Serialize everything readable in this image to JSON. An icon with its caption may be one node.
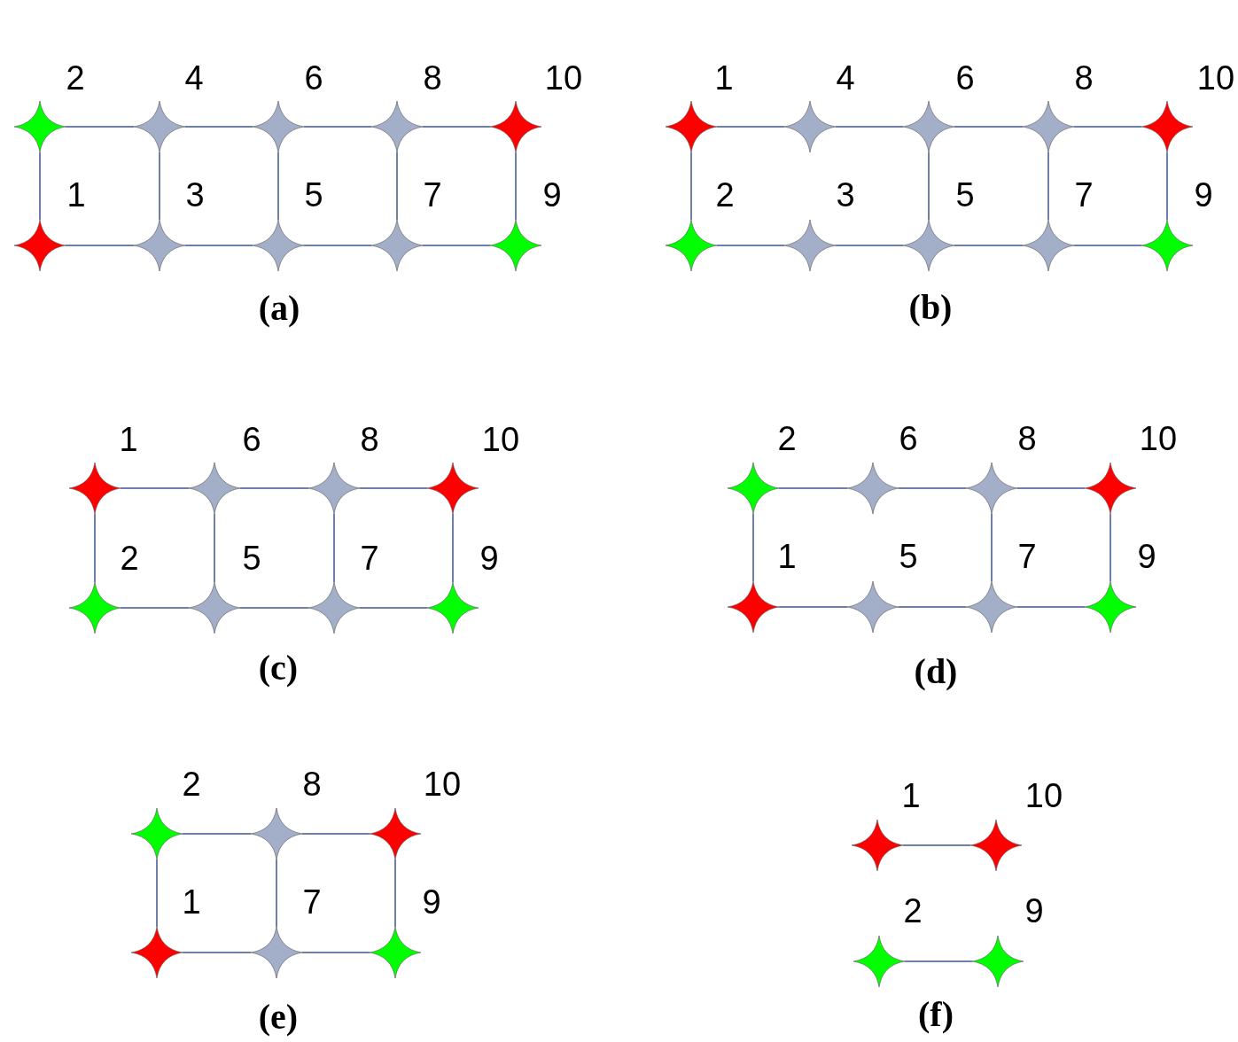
{
  "diagram": {
    "nodes": [
      {
        "text": [],
        "shape": "star"
      },
      {
        "text": [],
        "shape": "star"
      },
      {
        "text": [],
        "shape": "star"
      },
      {
        "text": [],
        "shape": "star"
      },
      {
        "text": [],
        "shape": "star"
      },
      {
        "text": [],
        "shape": "star"
      },
      {
        "text": [],
        "shape": "star"
      },
      {
        "text": [],
        "shape": "star"
      },
      {
        "text": [],
        "shape": "star"
      },
      {
        "text": [],
        "shape": "star"
      },
      {
        "text": [],
        "shape": "star"
      },
      {
        "text": [],
        "shape": "star"
      },
      {
        "text": [],
        "shape": "star"
      },
      {
        "text": [],
        "shape": "star"
      },
      {
        "text": [],
        "shape": "star"
      },
      {
        "text": [],
        "shape": "star"
      },
      {
        "text": [],
        "shape": "star"
      },
      {
        "text": [],
        "shape": "star"
      },
      {
        "text": [],
        "shape": "star"
      },
      {
        "text": [],
        "shape": "star"
      },
      {
        "text": [],
        "shape": "star"
      },
      {
        "text": [],
        "shape": "star"
      },
      {
        "text": [],
        "shape": "star"
      },
      {
        "text": [],
        "shape": "star"
      },
      {
        "text": [],
        "shape": "star"
      },
      {
        "text": [],
        "shape": "star"
      },
      {
        "text": [],
        "shape": "star"
      },
      {
        "text": [],
        "shape": "star"
      },
      {
        "text": [],
        "shape": "star"
      },
      {
        "text": [],
        "shape": "star"
      },
      {
        "text": [],
        "shape": "star"
      },
      {
        "text": [],
        "shape": "star"
      },
      {
        "text": [],
        "shape": "star"
      },
      {
        "text": [],
        "shape": "star"
      },
      {
        "text": [],
        "shape": "star"
      },
      {
        "text": [],
        "shape": "star"
      },
      {
        "text": [],
        "shape": "star"
      },
      {
        "text": [],
        "shape": "star"
      },
      {
        "text": [],
        "shape": "star"
      },
      {
        "text": [],
        "shape": "star"
      },
      {
        "text": [],
        "shape": "star"
      },
      {
        "text": [],
        "shape": "star"
      },
      {
        "text": [],
        "shape": "star"
      },
      {
        "text": [],
        "shape": "star"
      },
      {
        "text": [],
        "shape": "star"
      },
      {
        "text": [],
        "shape": "star"
      }
    ],
    "edges": [
      {
        "from": 0,
        "to": 1,
        "arrow": "none"
      },
      {
        "from": 1,
        "to": 2,
        "arrow": "none"
      },
      {
        "from": 2,
        "to": 3,
        "arrow": "none"
      },
      {
        "from": 3,
        "to": 4,
        "arrow": "none"
      },
      {
        "from": 5,
        "to": 6,
        "arrow": "none"
      },
      {
        "from": 6,
        "to": 7,
        "arrow": "none"
      },
      {
        "from": 7,
        "to": 8,
        "arrow": "none"
      },
      {
        "from": 8,
        "to": 9,
        "arrow": "none"
      },
      {
        "from": 0,
        "to": 5,
        "arrow": "none"
      },
      {
        "from": 1,
        "to": 6,
        "arrow": "none"
      },
      {
        "from": 2,
        "to": 7,
        "arrow": "none"
      },
      {
        "from": 3,
        "to": 8,
        "arrow": "none"
      },
      {
        "from": 4,
        "to": 9,
        "arrow": "none"
      },
      {
        "from": 10,
        "to": 11,
        "arrow": "none"
      },
      {
        "from": 11,
        "to": 12,
        "arrow": "none"
      },
      {
        "from": 12,
        "to": 13,
        "arrow": "none"
      },
      {
        "from": 13,
        "to": 14,
        "arrow": "none"
      },
      {
        "from": 15,
        "to": 16,
        "arrow": "none"
      },
      {
        "from": 16,
        "to": 17,
        "arrow": "none"
      },
      {
        "from": 17,
        "to": 18,
        "arrow": "none"
      },
      {
        "from": 18,
        "to": 19,
        "arrow": "none"
      },
      {
        "from": 10,
        "to": 15,
        "arrow": "none"
      },
      {
        "from": 12,
        "to": 17,
        "arrow": "none"
      },
      {
        "from": 13,
        "to": 18,
        "arrow": "none"
      },
      {
        "from": 14,
        "to": 19,
        "arrow": "none"
      },
      {
        "from": 20,
        "to": 21,
        "arrow": "none"
      },
      {
        "from": 21,
        "to": 22,
        "arrow": "none"
      },
      {
        "from": 22,
        "to": 23,
        "arrow": "none"
      },
      {
        "from": 24,
        "to": 25,
        "arrow": "none"
      },
      {
        "from": 25,
        "to": 26,
        "arrow": "none"
      },
      {
        "from": 26,
        "to": 27,
        "arrow": "none"
      },
      {
        "from": 20,
        "to": 24,
        "arrow": "none"
      },
      {
        "from": 21,
        "to": 25,
        "arrow": "none"
      },
      {
        "from": 22,
        "to": 26,
        "arrow": "none"
      },
      {
        "from": 23,
        "to": 27,
        "arrow": "none"
      },
      {
        "from": 28,
        "to": 29,
        "arrow": "none"
      },
      {
        "from": 29,
        "to": 30,
        "arrow": "none"
      },
      {
        "from": 30,
        "to": 31,
        "arrow": "none"
      },
      {
        "from": 32,
        "to": 33,
        "arrow": "none"
      },
      {
        "from": 33,
        "to": 34,
        "arrow": "none"
      },
      {
        "from": 34,
        "to": 35,
        "arrow": "none"
      },
      {
        "from": 28,
        "to": 32,
        "arrow": "none"
      },
      {
        "from": 30,
        "to": 34,
        "arrow": "none"
      },
      {
        "from": 31,
        "to": 35,
        "arrow": "none"
      },
      {
        "from": 36,
        "to": 37,
        "arrow": "none"
      },
      {
        "from": 37,
        "to": 38,
        "arrow": "none"
      },
      {
        "from": 39,
        "to": 40,
        "arrow": "none"
      },
      {
        "from": 40,
        "to": 41,
        "arrow": "none"
      },
      {
        "from": 36,
        "to": 39,
        "arrow": "none"
      },
      {
        "from": 37,
        "to": 40,
        "arrow": "none"
      },
      {
        "from": 38,
        "to": 41,
        "arrow": "none"
      },
      {
        "from": 42,
        "to": 43,
        "arrow": "none"
      },
      {
        "from": 44,
        "to": 45,
        "arrow": "none"
      }
    ],
    "labels": [
      "2",
      "4",
      "6",
      "8",
      "10",
      "1",
      "3",
      "5",
      "7",
      "9",
      "(a)",
      "1",
      "4",
      "6",
      "8",
      "10",
      "2",
      "3",
      "5",
      "7",
      "9",
      "(b)",
      "1",
      "6",
      "8",
      "10",
      "2",
      "5",
      "7",
      "9",
      "(c)",
      "2",
      "6",
      "8",
      "10",
      "1",
      "5",
      "7",
      "9",
      "(d)",
      "2",
      "8",
      "10",
      "1",
      "7",
      "9",
      "(e)",
      "1",
      "10",
      "2",
      "9",
      "(f)"
    ]
  }
}
